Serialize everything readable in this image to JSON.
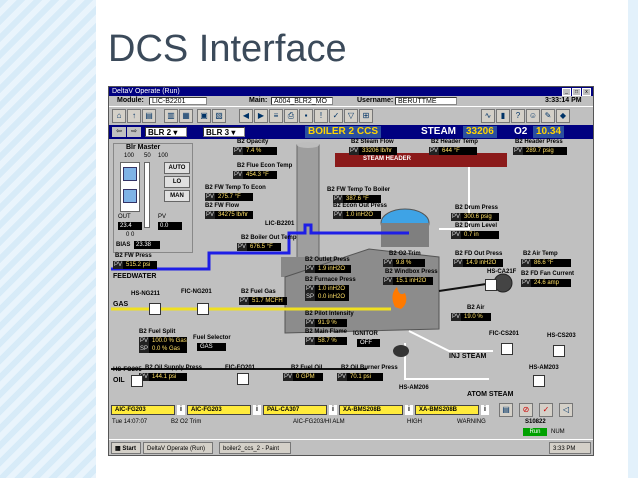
{
  "slide": {
    "title": "DCS Interface"
  },
  "window": {
    "title": "DeltaV Operate (Run)"
  },
  "info_bar": {
    "module_label": "Module:",
    "module_value": "LIC-B2201",
    "main_label": "Main:",
    "main_value": "A004_BLR2_MO",
    "username_label": "Username:",
    "username_value": "BERUTTME",
    "time": "3:33:14 PM"
  },
  "nav": {
    "area1": "BLR 2",
    "area2": "BLR 3",
    "screen_title": "BOILER 2 CCS",
    "steam_label": "STEAM",
    "steam_value": "33206",
    "o2_label": "O2",
    "o2_value": "10.34"
  },
  "blr_master": {
    "title": "Blr Master",
    "scale_left": "100",
    "scale_mid": "50",
    "scale_right": "100",
    "auto": "AUTO",
    "lo": "LO",
    "man": "MAN",
    "out_label": "OUT",
    "out_value": "23.4",
    "pv_label": "PV",
    "pv_value": "0.0",
    "bottom_scale": "0    0",
    "bias_label": "BIAS",
    "bias_value": "23.38"
  },
  "points": [
    {
      "label": "B2 Opacity",
      "key": "PV",
      "value": "7.4 %"
    },
    {
      "label": "B2 Flue Econ Temp",
      "key": "PV",
      "value": "454.3 °F"
    },
    {
      "label": "B2 FW Temp To Econ",
      "key": "PV",
      "value": "275.7 °F"
    },
    {
      "label": "B2 FW Flow",
      "key": "PV",
      "value": "34275 lb/hr"
    },
    {
      "label": "B2 Steam Flow",
      "key": "PV",
      "value": "33206 lb/hr"
    },
    {
      "label": "B2 Header Temp",
      "key": "PV",
      "value": "644 °F"
    },
    {
      "label": "B2 Header Press",
      "key": "PV",
      "value": "289.7 psig"
    },
    {
      "label": "B2 FW Temp To Boiler",
      "key": "PV",
      "value": "387.6 °F"
    },
    {
      "label": "B2 Econ Out Press",
      "key": "PV",
      "value": "1.0 inH2O"
    },
    {
      "label": "B2 Boiler Out Temp",
      "key": "PV",
      "value": "676.5 °F"
    },
    {
      "label": "B2 FW Press",
      "key": "PV",
      "value": "515.2 psi"
    },
    {
      "label": "B2 Drum Press",
      "key": "PV",
      "value": "300.6 psig"
    },
    {
      "label": "B2 Drum Level",
      "key": "PV",
      "value": "0.7 in"
    },
    {
      "label": "B2 Outlet Press",
      "key": "PV",
      "value": "1.9 inH2O"
    },
    {
      "label": "B2 O2 Trim",
      "key": "PV",
      "value": "9.8 %"
    },
    {
      "label": "B2 FD Out Press",
      "key": "PV",
      "value": "14.9 inH2O"
    },
    {
      "label": "B2 Air Temp",
      "key": "PV",
      "value": "86.6 °F"
    },
    {
      "label": "B2 Windbox Press",
      "key": "PV",
      "value": "15.1 inH2O"
    },
    {
      "label": "B2 FD Fan Current",
      "key": "PV",
      "value": "24.6 amp"
    },
    {
      "label": "B2 Fuel Gas",
      "key": "PV",
      "value": "51.7 MCFH"
    },
    {
      "label": "B2 Pilot Intensity",
      "key": "PV",
      "value": "91.9 %"
    },
    {
      "label": "B2 Main Flame",
      "key": "PV",
      "value": "58.7 %"
    },
    {
      "label": "B2 Air",
      "key": "PV",
      "value": "19.0 %"
    },
    {
      "label": "B2 Oil Supply Press",
      "key": "PV",
      "value": "144.1 psi"
    },
    {
      "label": "B2 Fuel Oil",
      "key": "PV",
      "value": "0 GPM"
    },
    {
      "label": "B2 Oil Burner Press",
      "key": "PV",
      "value": "70.1 psi"
    }
  ],
  "furnace_press": {
    "label": "B2 Furnace Press",
    "pv_key": "PV",
    "pv": "1.0 inH2O",
    "sp_key": "SP",
    "sp": "0.0 inH2O"
  },
  "fuel_split": {
    "label": "B2 Fuel Split",
    "pv_key": "PV",
    "pv": "100.0 % Gas",
    "sp_key": "SP",
    "sp": "0.0 % Gas"
  },
  "fuel_selector": {
    "label": "Fuel Selector",
    "value": "GAS"
  },
  "ignitor": {
    "label": "IGNITOR",
    "value": "OFF"
  },
  "tags": {
    "lic": "LIC-B2201",
    "steam_header": "STEAM HEADER",
    "feedwater": "FEEDWATER",
    "gas": "GAS",
    "oil": "OIL",
    "hs_ng211": "HS-NG211",
    "fic_ng201": "FIC-NG201",
    "hs_ca21f": "HS-CA21F",
    "fic_cs201": "FIC-CS201",
    "hs_cs203": "HS-CS203",
    "inj_steam": "INJ STEAM",
    "atom_steam": "ATOM STEAM",
    "hs_am206": "HS-AM206",
    "hs_am203": "HS-AM203",
    "hs_fo205": "HS-FO205",
    "fic_fo201": "FIC-FO201"
  },
  "alarms": [
    "AIC-FG203",
    "AIC-FG203",
    "PAL-CA307",
    "XA-BMS208B",
    "XA-BMS208B"
  ],
  "status": {
    "datetime": "Tue 14:07:07",
    "point": "B2 O2 Trim",
    "alarm_desc": "AIC-FG203/HI ALM",
    "priority": "HIGH",
    "state": "WARNING",
    "code": "S10822",
    "run": "Run",
    "num": "NUM"
  },
  "taskbar": {
    "start": "Start",
    "task1": "DeltaV Operate (Run)",
    "task2": "boiler2_ccs_2 - Paint",
    "clock": "3:33 PM"
  },
  "colors": {
    "nav_bg": "#000080",
    "steam_header": "#8b1a1a",
    "feedwater": "#1e1ee6",
    "gas": "#f0e020",
    "steam_line": "#ffffff"
  }
}
